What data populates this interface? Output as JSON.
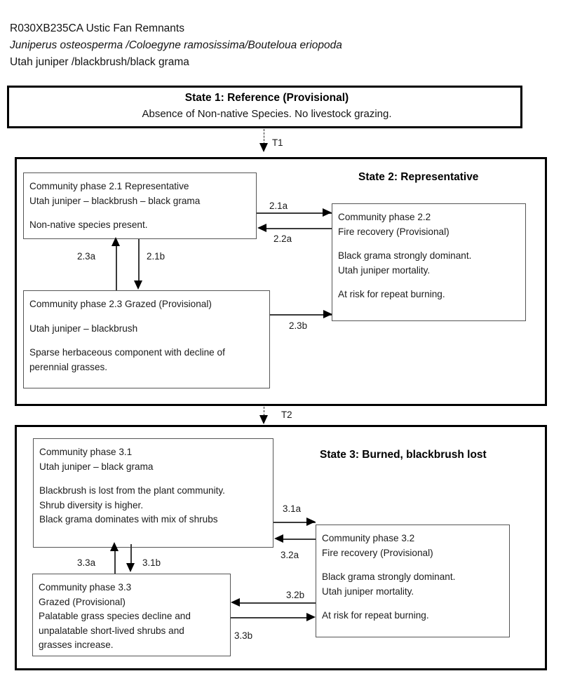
{
  "header": {
    "line1": "R030XB235CA  Ustic Fan Remnants",
    "line2": "Juniperus osteosperma /Coloegyne ramosissima/Bouteloua eriopoda",
    "line3": "Utah juniper /blackbrush/black grama"
  },
  "states": {
    "state1": {
      "title": "State 1: Reference (Provisional)",
      "subtitle": "Absence of Non-native Species.  No livestock grazing."
    },
    "state2": {
      "title": "State 2: Representative"
    },
    "state3": {
      "title": "State 3: Burned, blackbrush lost"
    }
  },
  "phases": {
    "p21": {
      "l1": "Community phase 2.1 Representative",
      "l2": "Utah juniper – blackbrush – black grama",
      "l3": "Non-native species present."
    },
    "p22": {
      "l1": "Community phase 2.2",
      "l2": "Fire recovery (Provisional)",
      "l3": "Black grama strongly dominant.",
      "l4": "Utah juniper mortality.",
      "l5": "At risk for repeat burning."
    },
    "p23": {
      "l1": "Community phase 2.3 Grazed (Provisional)",
      "l2": "Utah juniper – blackbrush",
      "l3": "Sparse herbaceous component with decline of",
      "l4": "perennial grasses."
    },
    "p31": {
      "l1": "Community phase 3.1",
      "l2": "Utah juniper – black grama",
      "l3": "Blackbrush is lost from the plant community.",
      "l4": "Shrub diversity is higher.",
      "l5": "Black grama dominates with mix of shrubs"
    },
    "p32": {
      "l1": "Community phase 3.2",
      "l2": "Fire recovery (Provisional)",
      "l3": "Black grama strongly dominant.",
      "l4": "Utah juniper mortality.",
      "l5": "At risk for repeat burning."
    },
    "p33": {
      "l1": "Community phase 3.3",
      "l2": "Grazed (Provisional)",
      "l3": "Palatable grass species decline and",
      "l4": "unpalatable short-lived shrubs and",
      "l5": "grasses increase."
    }
  },
  "transitions": {
    "t1": "T1",
    "t2": "T2"
  },
  "pathways": {
    "p21a": "2.1a",
    "p22a": "2.2a",
    "p23a": "2.3a",
    "p21b": "2.1b",
    "p23b": "2.3b",
    "p31a": "3.1a",
    "p32a": "3.2a",
    "p33a": "3.3a",
    "p31b": "3.1b",
    "p32b": "3.2b",
    "p33b": "3.3b"
  },
  "colors": {
    "background": "#ffffff",
    "state_border": "#000000",
    "phase_border": "#555555",
    "connector": "#3a3a3a",
    "text": "#1b1b1b"
  }
}
